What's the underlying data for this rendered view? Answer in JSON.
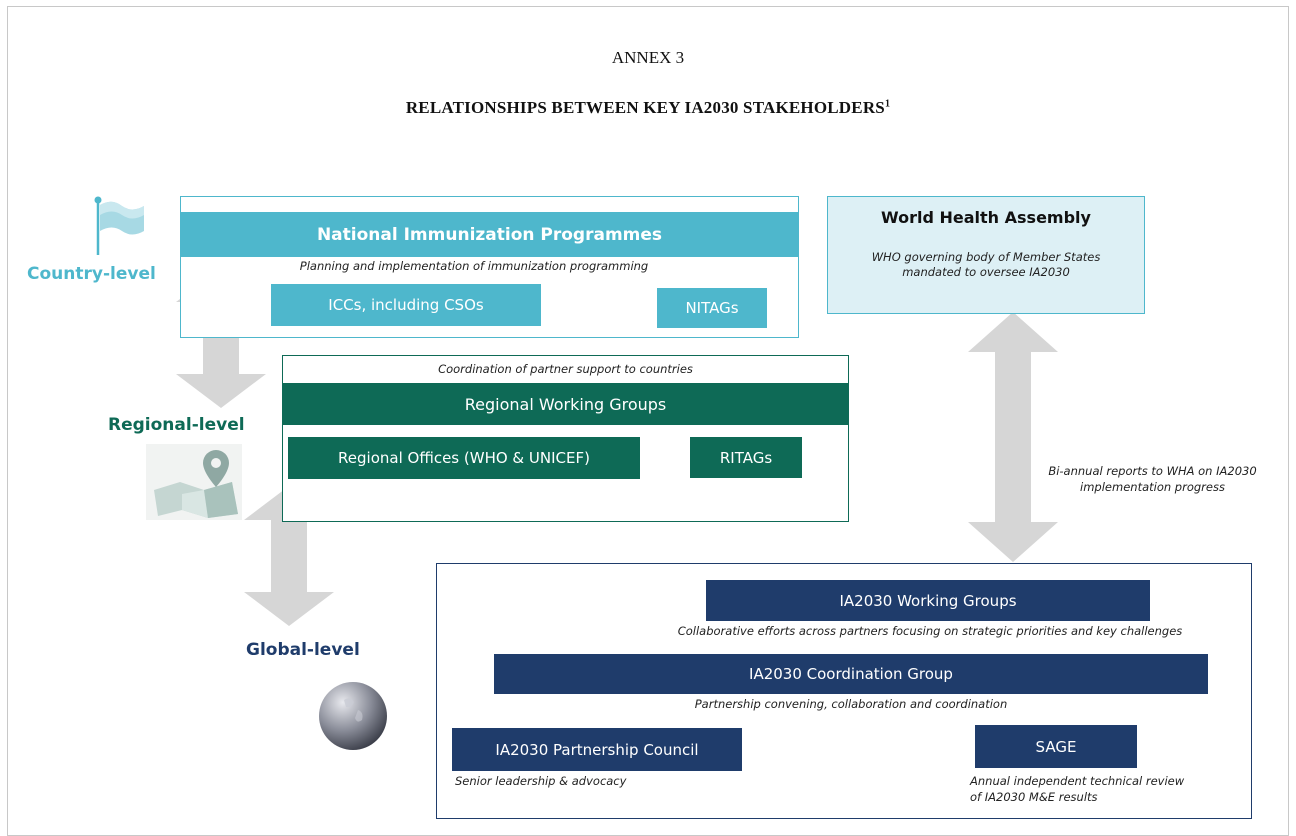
{
  "header": {
    "annex": "ANNEX 3",
    "title": "RELATIONSHIPS BETWEEN KEY IA2030 STAKEHOLDERS",
    "title_footnote": "1"
  },
  "levels": {
    "country": "Country-level",
    "regional": "Regional-level",
    "global": "Global-level"
  },
  "country": {
    "header": "National Immunization Programmes",
    "subtitle": "Planning and implementation of immunization programming",
    "iccs": "ICCs, including CSOs",
    "nitags": "NITAGs"
  },
  "wha": {
    "title": "World Health Assembly",
    "description": "WHO governing body of Member States mandated to oversee IA2030"
  },
  "regional": {
    "subtitle": "Coordination of partner support to countries",
    "header": "Regional Working Groups",
    "offices": "Regional Offices (WHO & UNICEF)",
    "ritags": "RITAGs"
  },
  "reports": {
    "text": "Bi-annual reports to WHA on IA2030 implementation progress"
  },
  "global": {
    "working_groups": "IA2030 Working Groups",
    "working_groups_desc": "Collaborative efforts across partners focusing on strategic priorities and key challenges",
    "coordination_group": "IA2030 Coordination Group",
    "coordination_desc": "Partnership convening, collaboration and coordination",
    "partnership_council": "IA2030 Partnership Council",
    "partnership_desc": "Senior leadership & advocacy",
    "sage": "SAGE",
    "sage_desc": "Annual independent technical review of IA2030 M&E results"
  },
  "colors": {
    "country_teal": "#4eb7cc",
    "country_box_light": "#ddf0f5",
    "regional_green": "#0e6a56",
    "global_navy": "#1f3c6b",
    "arrow_grey": "#d6d6d6"
  },
  "icons": [
    "flag-icon",
    "map-pin-icon",
    "globe-icon"
  ]
}
